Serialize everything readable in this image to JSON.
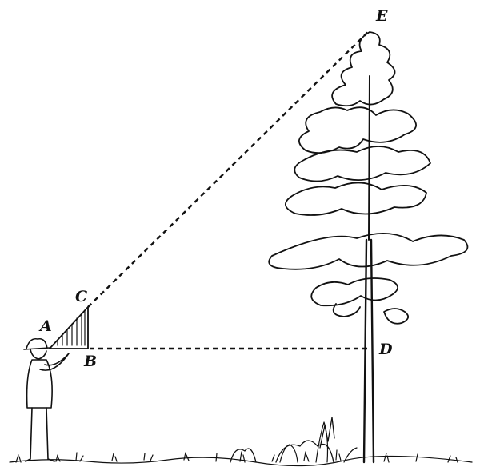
{
  "points": {
    "A": "A",
    "B": "B",
    "C": "C",
    "D": "D",
    "E": "E"
  },
  "colors": {
    "ink": "#111111",
    "paper": "#ffffff"
  }
}
